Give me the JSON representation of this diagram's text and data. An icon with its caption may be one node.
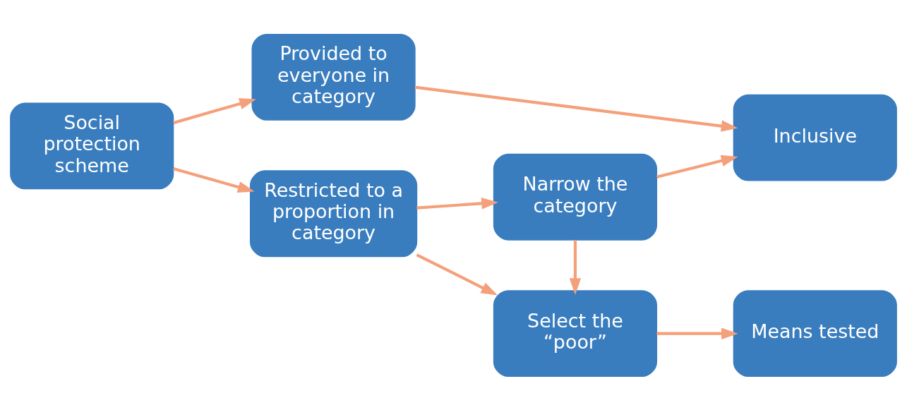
{
  "diagram": {
    "nodes": [
      {
        "text": [
          "Social protection scheme"
        ]
      },
      {
        "text": [
          "Provided to everyone in category"
        ]
      },
      {
        "text": [
          "Restricted to a proportion in category"
        ]
      },
      {
        "text": [
          "Narrow the category"
        ]
      },
      {
        "text": [
          "Select the “poor”"
        ]
      },
      {
        "text": [
          "Inclusive"
        ]
      },
      {
        "text": [
          "Means tested"
        ]
      }
    ],
    "edges": [
      {
        "from": 0,
        "to": 1,
        "arrow": "to"
      },
      {
        "from": 0,
        "to": 2,
        "arrow": "to"
      },
      {
        "from": 1,
        "to": 5,
        "arrow": "to"
      },
      {
        "from": 2,
        "to": 3,
        "arrow": "to"
      },
      {
        "from": 2,
        "to": 4,
        "arrow": "to"
      },
      {
        "from": 3,
        "to": 5,
        "arrow": "to"
      },
      {
        "from": 3,
        "to": 4,
        "arrow": "to"
      },
      {
        "from": 4,
        "to": 6,
        "arrow": "to"
      }
    ]
  }
}
